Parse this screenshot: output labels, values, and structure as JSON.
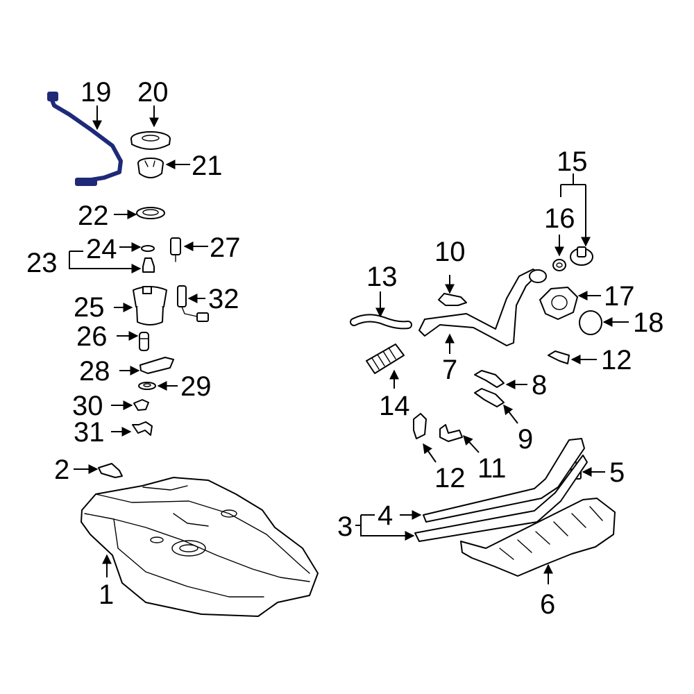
{
  "highlight_color": "#1e2a78",
  "labels": {
    "l1": "1",
    "l2": "2",
    "l3": "3",
    "l4": "4",
    "l5": "5",
    "l6": "6",
    "l7": "7",
    "l8": "8",
    "l9": "9",
    "l10": "10",
    "l11": "11",
    "l12a": "12",
    "l12b": "12",
    "l13": "13",
    "l14": "14",
    "l15": "15",
    "l16": "16",
    "l17": "17",
    "l18": "18",
    "l19": "19",
    "l20": "20",
    "l21": "21",
    "l22": "22",
    "l23": "23",
    "l24": "24",
    "l25": "25",
    "l26": "26",
    "l27": "27",
    "l28": "28",
    "l29": "29",
    "l30": "30",
    "l31": "31",
    "l32": "32"
  }
}
